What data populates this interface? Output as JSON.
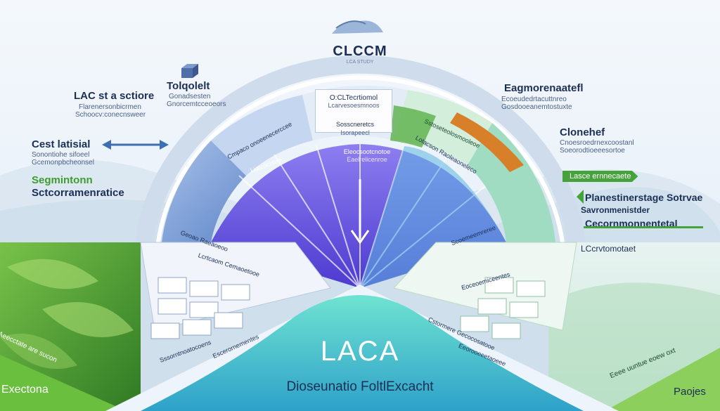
{
  "header": {
    "title": "CLCCM",
    "subtitle": "LCA STUDY"
  },
  "left": {
    "heading_1": "LAC st a sctiore",
    "heading_1_sub": [
      "Flarenersonbicrmen",
      "Schoocv:conecnsweer"
    ],
    "heading_2": "Cest latisial",
    "heading_2_sub": [
      "Sonontiohe sifoeel",
      "Gcemonpbcheonsel"
    ],
    "green_1": "Segmintonn",
    "green_2": "Sctcorramenratice",
    "bottom_label": "Exectona",
    "bottom_rotated": "Aeecctate are sucon"
  },
  "center_top": {
    "heading": "Tolqolelt",
    "sub": [
      "Gonadsesten",
      "Gnorcemtcceoeors"
    ]
  },
  "right": {
    "heading_1": "Eagmorenaatefl",
    "heading_1_sub": [
      "Ecoeudedrtacuttnreo",
      "Gosdooeanemtostuxte"
    ],
    "heading_2": "Clonehef",
    "heading_2_sub": [
      "Cnoesroedrnexcoostanl",
      "Soeorodtioeeesortoe"
    ],
    "ribbon": "Lasce ernnecaete",
    "heading_3": "Planestinerstage Sotrvae",
    "heading_4": "Savronmenistder",
    "heading_5": "Cecornmonnentetal",
    "tag": "LCcrvtomotaet",
    "bottom_label": "Paojes",
    "bottom_rotated": "Eeee uuntue eoew oxt"
  },
  "arc": {
    "box_1_title": "O:CLTecrtiomol",
    "box_1_sub": "Lcarvesoesmnoos",
    "box_2_title": "Sosscneretcs",
    "box_2_sub": "Isorapeecl",
    "box_3_title": "Eleocsootcnotoe",
    "box_3_sub": "Eaelrelicenroe",
    "seg_1": "Cmpaco onoeenecerccee",
    "seg_2": "Liatcocntoe",
    "seg_3": "Sstoseteolosmooleoe",
    "seg_4": "Lotacson Raoleaoneleco",
    "seg_5": "Geoao Raeaoeoo",
    "seg_6": "Lcrtcaom Cemaoetooe",
    "seg_7": "Scoemeemreree",
    "seg_8": "Eoceoemiceentes"
  },
  "bottom": {
    "lower_band_1": "Sssorntnoatocoens",
    "lower_band_2": "Escerornementes",
    "lower_band_3": "Cstormere Gecocosatooe",
    "lower_band_4": "Eeorooeeetaoeee",
    "main_title": "LACA",
    "main_sub": "Dioseunatio FoltlExcacht"
  },
  "colors": {
    "navy": "#1b2f55",
    "accent_blue": "#3f6fb3",
    "purple": "#6c55d8",
    "teal": "#36c1c2",
    "green": "#46a33c",
    "orange": "#d87f2a"
  },
  "icons": [
    "cloud-icon",
    "cube-icon",
    "double-arrow-icon",
    "down-arrow-icon",
    "leaf-image"
  ]
}
